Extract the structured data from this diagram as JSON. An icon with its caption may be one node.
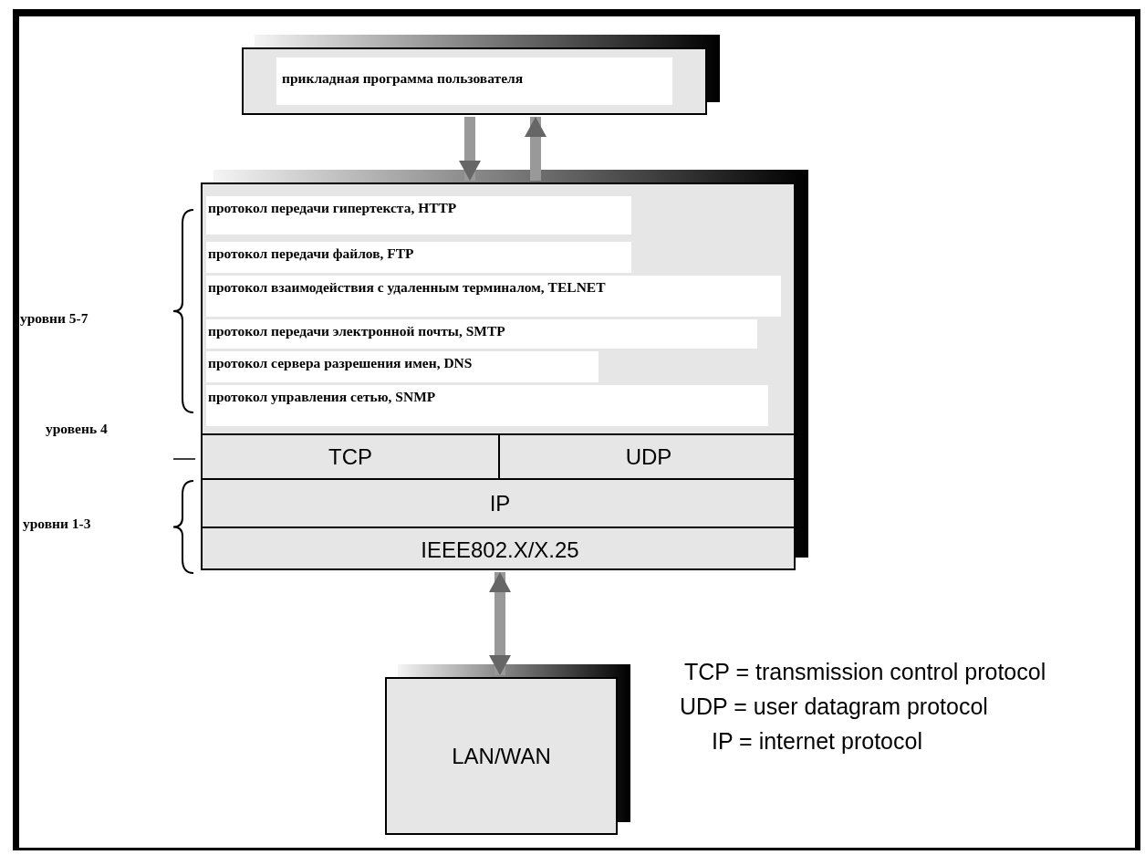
{
  "diagram": {
    "nodes": [
      {
        "text": [
          "прикладная программа пользователя"
        ]
      },
      {
        "text": [],
        "shape": "box"
      },
      {
        "text": [
          "протокол передачи гипертекста, HTTP"
        ],
        "in": 1
      },
      {
        "text": [
          "протокол передачи файлов, FTP"
        ],
        "in": 1
      },
      {
        "text": [
          "протокол взаимодействия с удаленным терминалом, TELNET"
        ],
        "in": 1
      },
      {
        "text": [
          "протокол передачи электронной почты, SMTP"
        ],
        "in": 1
      },
      {
        "text": [
          "протокол сервера разрешения имен, DNS"
        ],
        "in": 1
      },
      {
        "text": [
          "протокол управления сетью, SNMP"
        ],
        "in": 1
      },
      {
        "text": [
          "TCP"
        ],
        "in": 1
      },
      {
        "text": [
          "UDP"
        ],
        "in": 1
      },
      {
        "text": [
          "IP"
        ],
        "in": 1
      },
      {
        "text": [
          "IEEE802.X/X.25"
        ],
        "in": 1
      },
      {
        "text": [
          "LAN/WAN"
        ]
      }
    ],
    "edges": [
      {
        "from": 0,
        "to": 1,
        "arrow": "to"
      },
      {
        "from": 1,
        "to": 0,
        "arrow": "to"
      },
      {
        "from": 1,
        "to": 12,
        "arrow": "both"
      }
    ],
    "labels": [
      "уровни 5-7",
      "уровень 4",
      "уровни 1-3",
      "TCP = transmission control protocol",
      "UDP = user datagram protocol",
      "IP = internet protocol"
    ]
  }
}
